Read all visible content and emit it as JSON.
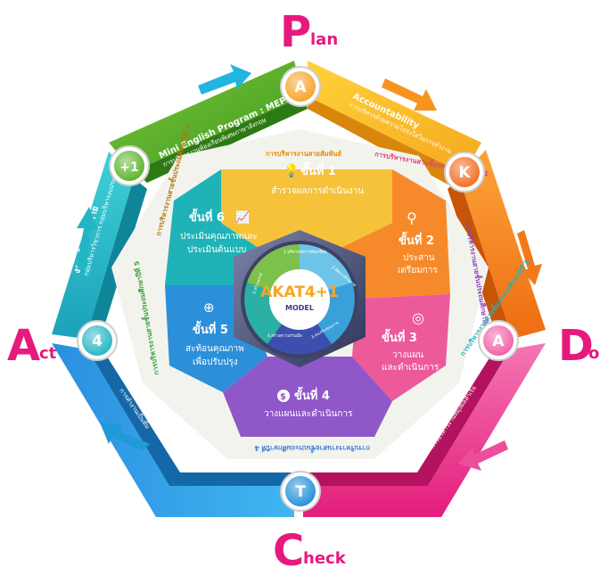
{
  "pdca": {
    "plan": {
      "big": "P",
      "rest": "lan"
    },
    "do": {
      "big": "D",
      "rest": "o"
    },
    "check": {
      "big": "C",
      "rest": "heck"
    },
    "act": {
      "big": "A",
      "rest": "ct"
    }
  },
  "nodes": [
    {
      "letter": "A"
    },
    {
      "letter": "K"
    },
    {
      "letter": "A"
    },
    {
      "letter": "T"
    },
    {
      "letter": "4"
    },
    {
      "letter": "+1"
    }
  ],
  "bands": {
    "mep": {
      "title": "Mini English Program : MEP",
      "sub": "การบริหารงานห้องเรียนพิเศษภาษาอังกฤษ"
    },
    "accountability": {
      "title": "Accountability",
      "sub": "การบริหารด้วยความโปร่งใสในการทำงาน"
    },
    "knowledge": {
      "title": "Knowledge",
      "sub": "การบริหารงานด้วยความรู้ ทักษะ"
    },
    "accomplishment": {
      "title": "Accomplishment",
      "sub": "การบริหารงานที่มุ่งผลสำเร็จ"
    },
    "teamwork": {
      "title": "Team work",
      "sub": "การทำงานเป็นทีม"
    },
    "four_units": {
      "title": "งานบริหาร 4 ฝ่าย",
      "sub": "กลุ่มบริหารวิชาการ กลุ่มบริหารงบประมาณ"
    }
  },
  "ring_labels": [
    {
      "text": "การบริหารงานสายสัมพันธ์",
      "color": "#e98a00"
    },
    {
      "text": "การบริหารงานสายชั้นประถมศึกษาปีที่ 1",
      "color": "#e0447a"
    },
    {
      "text": "การบริหารงานสายชั้นประถมศึกษาปีที่ 2",
      "color": "#8a3fb5"
    },
    {
      "text": "การบริหารงานสายชั้นประถมศึกษาปีที่ 3",
      "color": "#2bb0b8"
    },
    {
      "text": "การบริหารงานสายชั้นประถมศึกษาปีที่ 4",
      "color": "#3d7fd1"
    },
    {
      "text": "การบริหารงานสายชั้นประถมศึกษาปีที่ 5",
      "color": "#3aa03a"
    },
    {
      "text": "การบริหารงานสายชั้นประถมศึกษาปีที่ 6",
      "color": "#b07a10"
    }
  ],
  "steps": [
    {
      "title": "ขั้นที่ 1",
      "desc1": "สำรวจผลการดำเนินงาน",
      "desc2": ""
    },
    {
      "title": "ขั้นที่ 2",
      "desc1": "ประสาน",
      "desc2": "เตรียมการ"
    },
    {
      "title": "ขั้นที่ 3",
      "desc1": "วางแผน",
      "desc2": "และดำเนินการ"
    },
    {
      "title": "ขั้นที่ 4",
      "desc1": "วางแผนและดำเนินการ",
      "desc2": ""
    },
    {
      "title": "ขั้นที่ 5",
      "desc1": "สะท้อนคุณภาพ",
      "desc2": "เพื่อปรับปรุง"
    },
    {
      "title": "ขั้นที่ 6",
      "desc1": "ประเมินคุณภาพและ",
      "desc2": "ประเมินต้นแบบ"
    }
  ],
  "hub": {
    "title": "AKAT4+1",
    "subtitle": "MODEL",
    "segments": [
      "1.บริหารจัดการห้องเรียน",
      "2.พัฒนาศักยภาพ",
      "3.ส่งเสริมคุณภาพ",
      "4.สร้างความร่วมมือ",
      "5.สร้างสรรค์"
    ]
  },
  "colors": {
    "pink": "#e6197d",
    "green": "#5ab228",
    "orange": "#f7941d",
    "magenta": "#ec4e9b",
    "blue": "#1f9ad6",
    "teal": "#22b5c4",
    "yellow": "#f5b726",
    "purple": "#8e54c6"
  }
}
